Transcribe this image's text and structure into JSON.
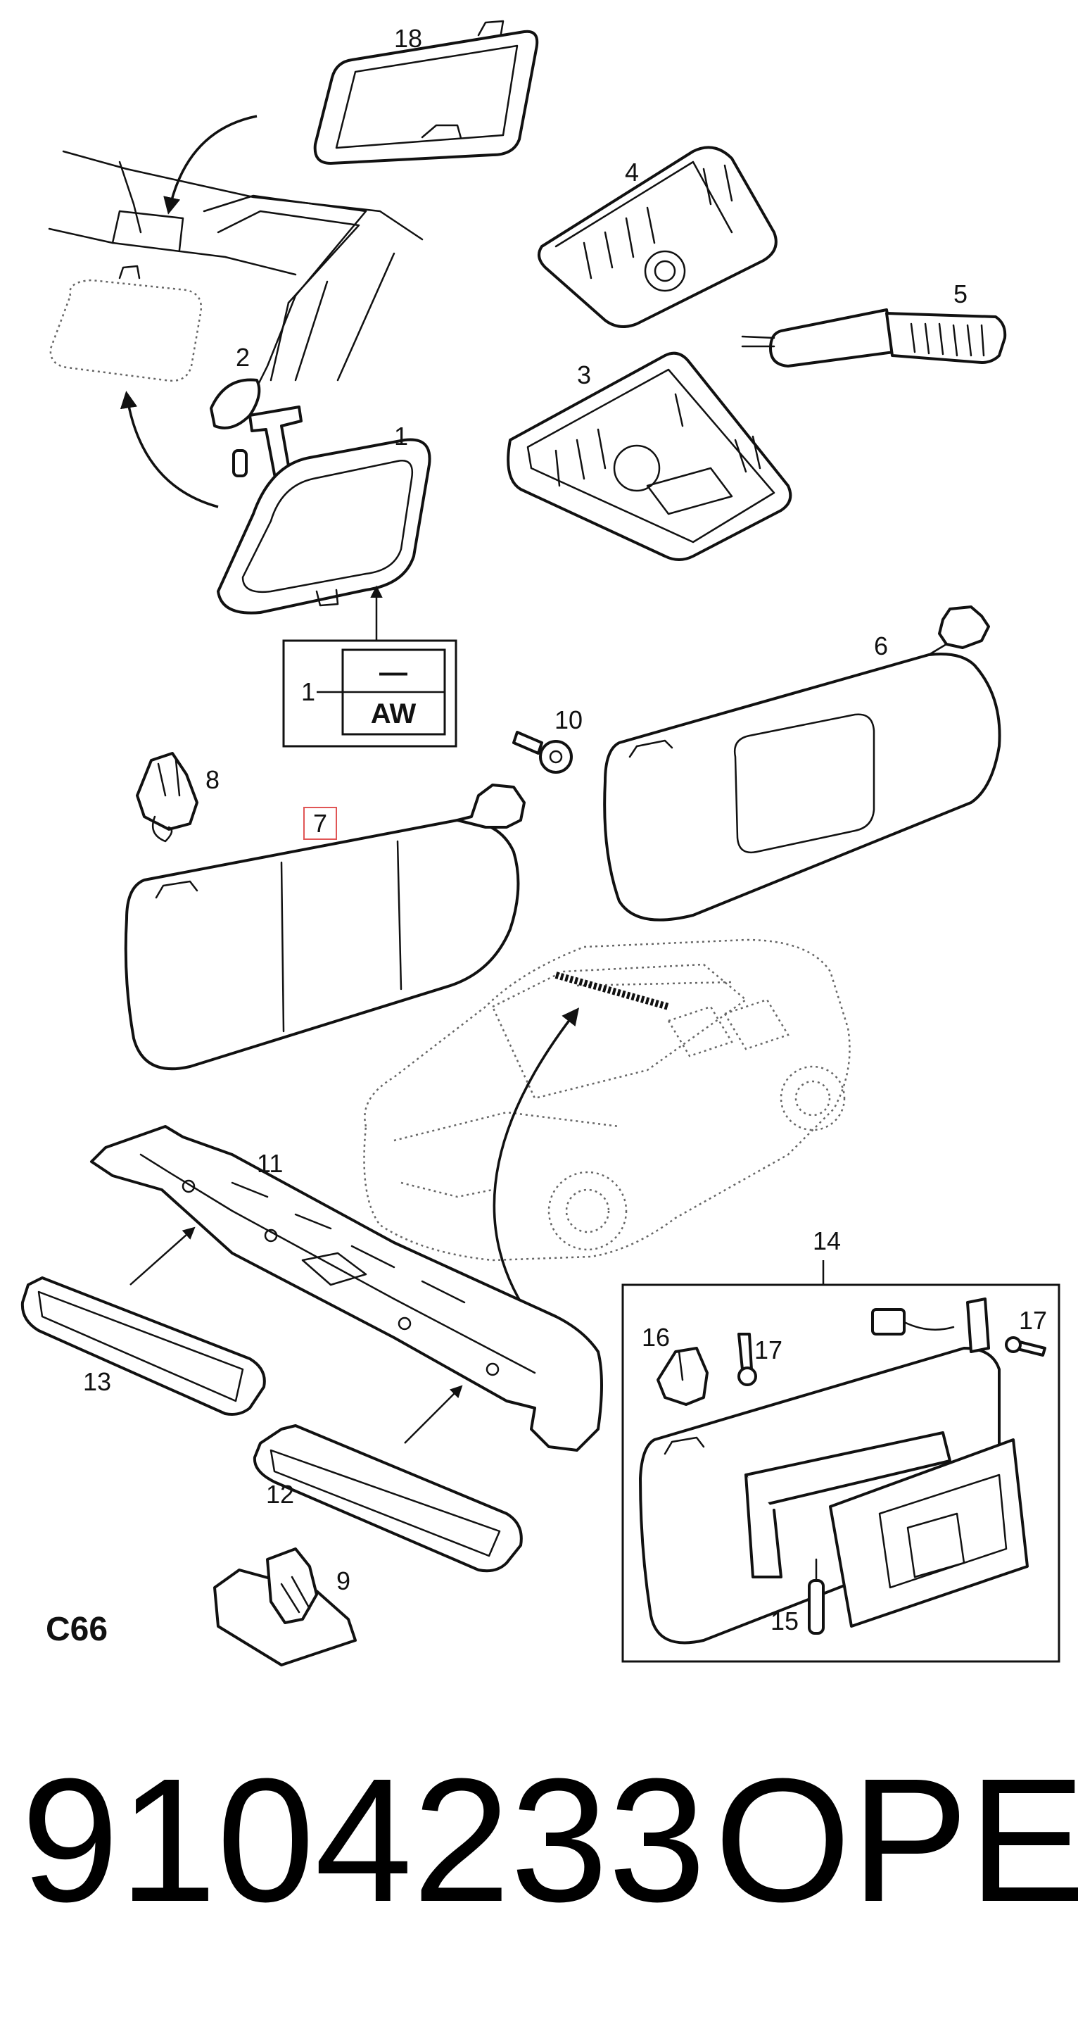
{
  "callouts": {
    "p1": "1",
    "p2": "2",
    "p3": "3",
    "p4": "4",
    "p5": "5",
    "p6": "6",
    "p7": "7",
    "p8": "8",
    "p9": "9",
    "p10": "10",
    "p11": "11",
    "p12": "12",
    "p13": "13",
    "p14": "14",
    "p15": "15",
    "p16": "16",
    "p17a": "17",
    "p17b": "17",
    "p18": "18"
  },
  "variant_box": {
    "item_number": "1",
    "top_code": "—",
    "bottom_code": "AW"
  },
  "diagram_code": "C66",
  "part_number": "9104233",
  "brand": "OPEL",
  "colors": {
    "highlight_box": "#e05555",
    "line": "#111111"
  }
}
